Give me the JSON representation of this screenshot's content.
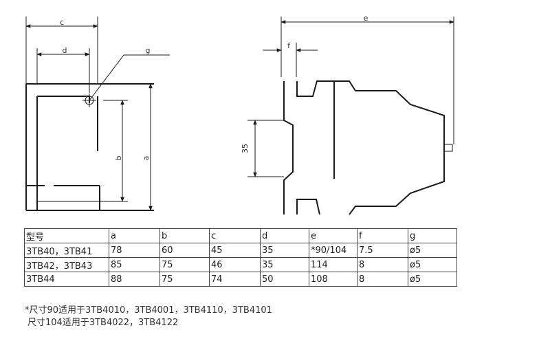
{
  "front_view": {
    "labels": {
      "c": "c",
      "d": "d",
      "g": "g",
      "b": "b",
      "a": "a"
    }
  },
  "side_view": {
    "labels": {
      "e": "e",
      "f": "f",
      "rail": "35"
    }
  },
  "table": {
    "headers": [
      "型号",
      "a",
      "b",
      "c",
      "d",
      "e",
      "f",
      "g"
    ],
    "rows": [
      [
        "3TB40，3TB41",
        "78",
        "60",
        "45",
        "35",
        "*90/104",
        "7.5",
        "ø5"
      ],
      [
        "3TB42，3TB43",
        "85",
        "75",
        "46",
        "35",
        "114",
        "8",
        "ø5"
      ],
      [
        "3TB44",
        "88",
        "75",
        "74",
        "50",
        "108",
        "8",
        "ø5"
      ]
    ]
  },
  "notes": {
    "line1": "*尺寸90适用于3TB4010，3TB4001，3TB4110，3TB4101",
    "line2": "尺寸104适用于3TB4022，3TB4122"
  }
}
